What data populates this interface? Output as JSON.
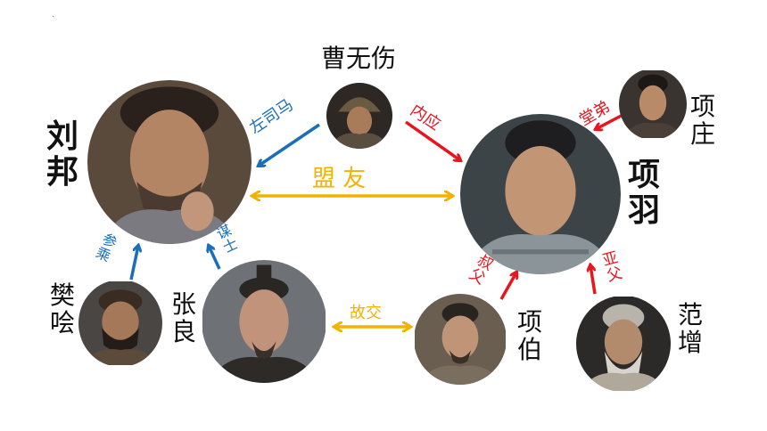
{
  "colors": {
    "blue": "#1a6fb8",
    "red": "#e8141e",
    "gold": "#f2b300",
    "text": "#111111"
  },
  "people": {
    "liu_bang": "刘邦",
    "xiang_yu": "项羽",
    "cao_wushang": "曹无伤",
    "xiang_zhuang": "项庄",
    "fan_kuai": "樊哙",
    "zhang_liang": "张良",
    "xiang_bo": "项伯",
    "fan_zeng": "范增"
  },
  "relations": {
    "zuo_sima": "左司马",
    "nei_ying": "内应",
    "tang_di": "堂弟",
    "meng_you": "盟 友",
    "can_cheng": "参乘",
    "mou_shi": "谋士",
    "gu_jiao": "故交",
    "shu_fu": "叔父",
    "ya_fu": "亚父"
  },
  "icons": {
    "portrait": "portrait-photo-icon",
    "arrow": "arrow-icon"
  },
  "corner_mark": "·"
}
